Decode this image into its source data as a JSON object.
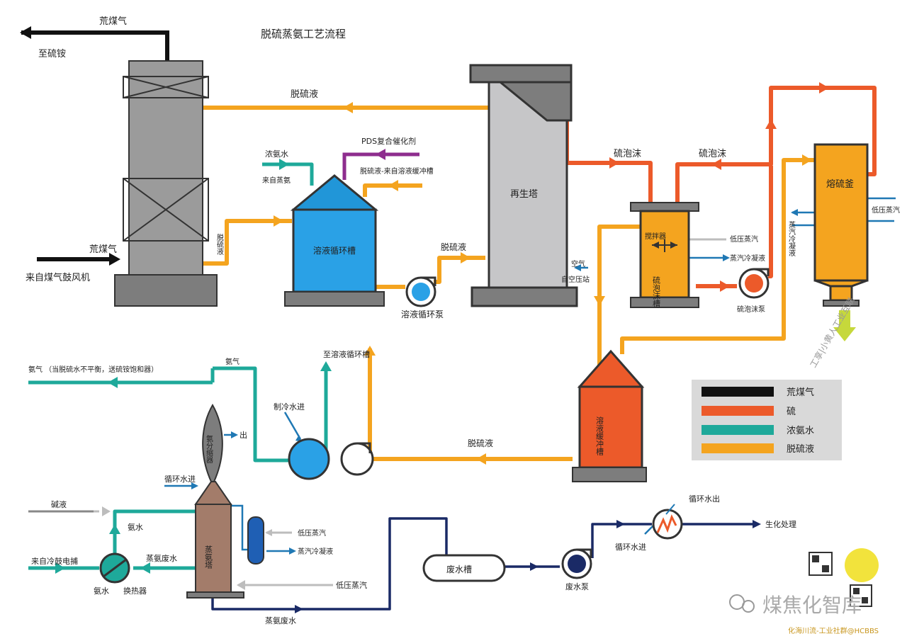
{
  "title": "脱硫蒸氨工艺流程",
  "colors": {
    "coal_gas": "#222222",
    "sulfur": "#ec5a2a",
    "ammonia_water": "#1ea99a",
    "desulf_liquid": "#f4a41f",
    "steam": "#1f78b4",
    "waste_water": "#1a2a66",
    "grey_line": "#bdbdbd"
  },
  "legend": [
    {
      "label": "荒煤气",
      "color": "#111111"
    },
    {
      "label": "硫",
      "color": "#ec5a2a"
    },
    {
      "label": "浓氨水",
      "color": "#1ea99a"
    },
    {
      "label": "脱硫液",
      "color": "#f4a41f"
    }
  ],
  "equipment": {
    "regen_tower": "再生塔",
    "solution_tank": "溶液循环槽",
    "solution_pump": "溶液循环泵",
    "foam_tank": "硫泡沫槽",
    "agitator": "搅拌器",
    "foam_pump": "硫泡沫泵",
    "melter": "熔硫釜",
    "buffer_tank": "溶液缓冲槽",
    "ammonia_dephlegmator": "氨分缩器",
    "ammonia_still": "蒸氨塔",
    "heat_exchanger": "换热器",
    "waste_tank": "废水槽",
    "waste_pump": "废水泵"
  },
  "labels": {
    "raw_gas_top": "荒煤气",
    "to_ammonium_sulfate": "至硫铵",
    "desulf_top": "脱硫液",
    "conc_ammonia": "浓氨水",
    "from_steam_ammonia": "来自蒸氨",
    "pds": "PDS复合催化剂",
    "desulf_from_buffer": "脱硫液-来自溶液缓冲槽",
    "desulf_vertical": "脱硫液",
    "raw_gas_in": "荒煤气",
    "from_blower": "来自煤气鼓风机",
    "desulf_pump_out": "脱硫液",
    "foam1": "硫泡沫",
    "foam2": "硫泡沫",
    "air": "空气",
    "from_air_station": "自空压站",
    "lp_steam_foam": "低压蒸汽",
    "condensate_foam": "蒸汽冷凝液",
    "lp_steam_melter": "低压蒸汽",
    "condensate_melter": "蒸汽冷凝液",
    "ammonia_gas_long": "氨气 （当脱硫水不平衡，送硫铵饱和器）",
    "ammonia_gas": "氨气",
    "to_solution_tank": "至溶液循环槽",
    "chilled_water_in": "制冷水进",
    "out": "出",
    "desulf_bottom": "脱硫液",
    "cooling_water_in": "循环水进",
    "alkali": "碱液",
    "ammonia_water_label": "氨水",
    "from_cooler": "来自冷鼓电捕",
    "ammonia_waste": "蒸氨废水",
    "ammonia_under_hx": "氨水",
    "lp_steam_reboiler": "低压蒸汽",
    "condensate_reboiler": "蒸汽冷凝液",
    "lp_steam_bottom": "低压蒸汽",
    "ammonia_waste_bottom": "蒸氨废水",
    "cooling_water_out": "循环水出",
    "cooling_water_in2": "循环水进",
    "bio_treatment": "生化处理"
  },
  "watermarks": {
    "vertical": "工享|小黄人工业互联",
    "brand": "煤焦化智库",
    "footer": "化海川流-工业社群@HCBBS"
  }
}
